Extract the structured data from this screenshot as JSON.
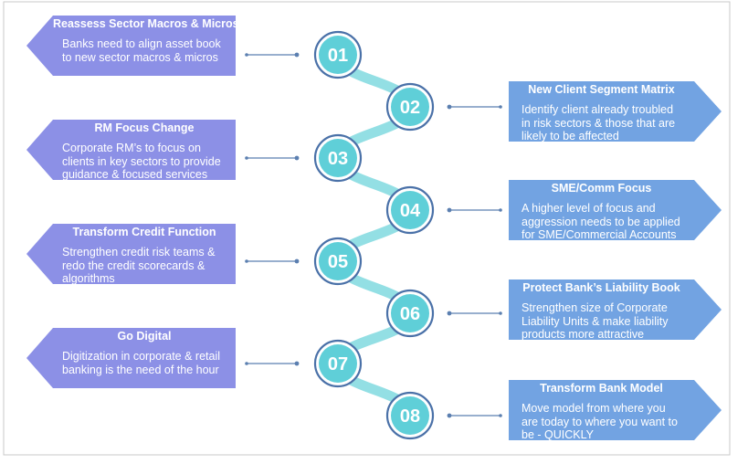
{
  "steps": [
    {
      "number": "01",
      "side": "left",
      "title": "Reassess Sector Macros & Micros",
      "lines": [
        "Banks need to align asset book",
        "to new sector macros & micros"
      ]
    },
    {
      "number": "02",
      "side": "right",
      "title": "New Client Segment Matrix",
      "lines": [
        "Identify client already troubled",
        "in risk sectors & those that are",
        "likely to be affected"
      ]
    },
    {
      "number": "03",
      "side": "left",
      "title": "RM Focus Change",
      "lines": [
        "Corporate RM’s to focus on",
        "clients in key sectors to provide",
        "guidance & focused services"
      ]
    },
    {
      "number": "04",
      "side": "right",
      "title": "SME/Comm Focus",
      "lines": [
        "A higher level of focus and",
        "aggression needs to be applied",
        "for SME/Commercial Accounts"
      ]
    },
    {
      "number": "05",
      "side": "left",
      "title": "Transform Credit Function",
      "lines": [
        "Strengthen credit risk teams &",
        "redo the credit scorecards &",
        "algorithms"
      ]
    },
    {
      "number": "06",
      "side": "right",
      "title": "Protect Bank’s Liability Book",
      "lines": [
        "Strengthen size of Corporate",
        "Liability Units & make liability",
        "products more attractive"
      ]
    },
    {
      "number": "07",
      "side": "left",
      "title": "Go Digital",
      "lines": [
        "Digitization in corporate & retail",
        "banking is the need of the hour"
      ]
    },
    {
      "number": "08",
      "side": "right",
      "title": "Transform Bank Model",
      "lines": [
        "Move model from where you",
        "are today to where you want to",
        "be - QUICKLY"
      ]
    }
  ],
  "colors": {
    "left_card": "#8c90e6",
    "right_card": "#72a3e2",
    "circle_fill": "#5fcfd8",
    "circle_ring": "#4a71a8",
    "connector": "#93dfe4",
    "pointer": "#5b7fb0"
  }
}
